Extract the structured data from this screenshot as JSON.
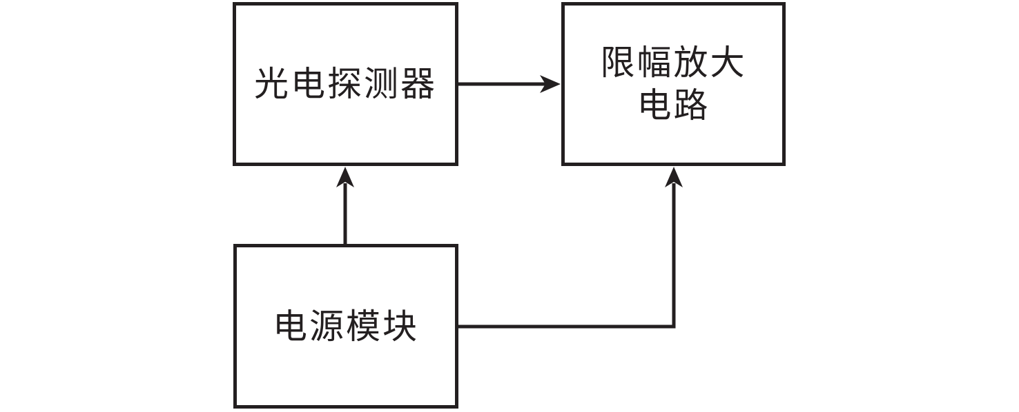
{
  "diagram": {
    "boxes": {
      "photodetector": {
        "label": "光电探测器"
      },
      "limiting_amplifier": {
        "label_line1": "限幅放大",
        "label_line2": "电路"
      },
      "power_module": {
        "label": "电源模块"
      }
    },
    "connections": [
      {
        "from": "photodetector",
        "to": "limiting_amplifier",
        "shape": "straight-right-arrow"
      },
      {
        "from": "power_module",
        "to": "photodetector",
        "shape": "straight-up-arrow"
      },
      {
        "from": "power_module",
        "to": "limiting_amplifier",
        "shape": "elbow-up-arrow"
      }
    ],
    "colors": {
      "line": "#231f20",
      "background": "#ffffff"
    }
  }
}
